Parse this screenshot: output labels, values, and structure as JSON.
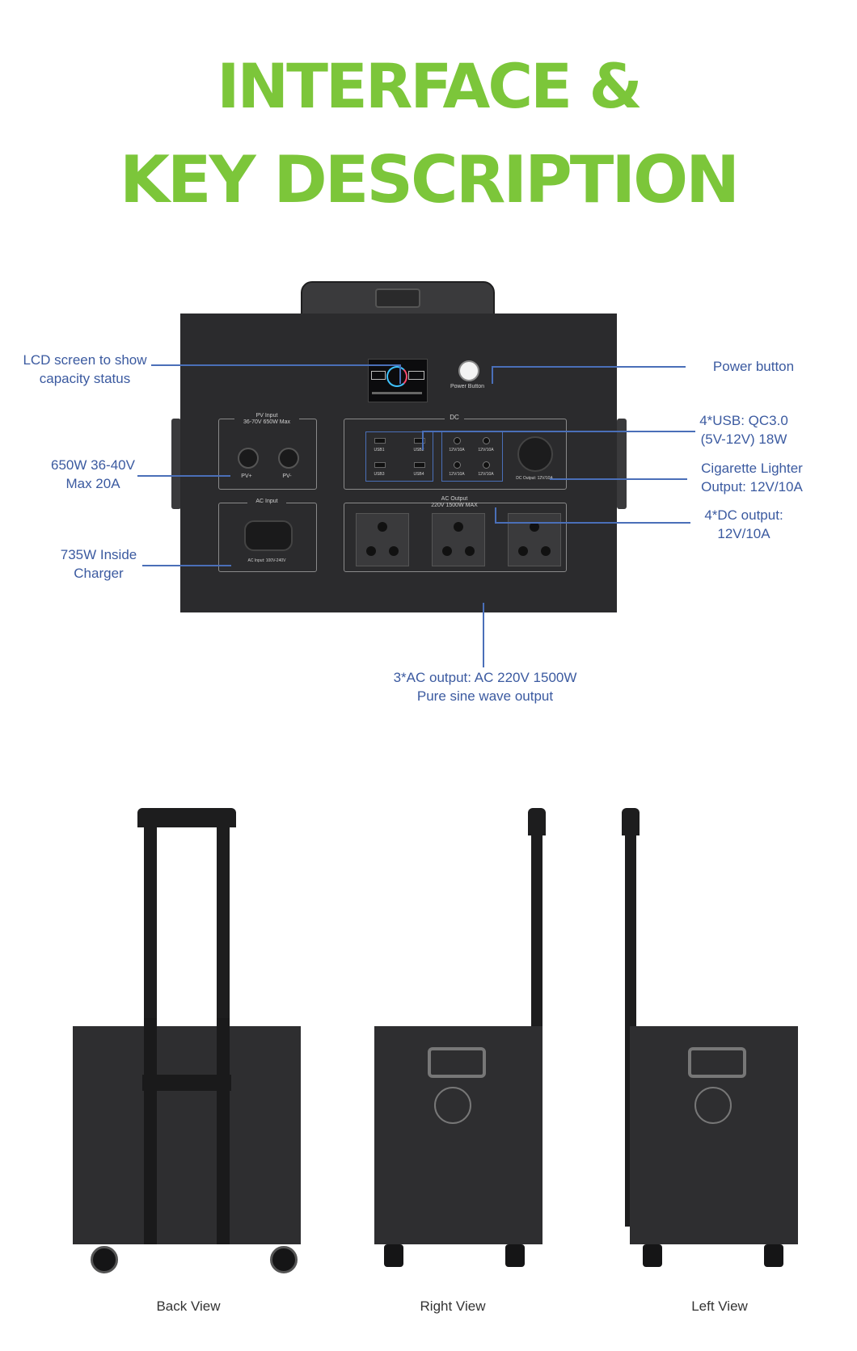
{
  "heading": {
    "line1": "INTERFACE &",
    "line2": "KEY DESCRIPTION"
  },
  "colors": {
    "title": "#7cc63a",
    "callout": "#3b5aa0",
    "device": "#2b2b2d"
  },
  "device": {
    "power_button_label": "Power Button",
    "pv_input_label": "PV Input",
    "pv_input_spec": "36-70V 650W Max",
    "pv_pos": "PV+",
    "pv_neg": "PV-",
    "dc_label": "DC",
    "usb1": "USB1",
    "usb2": "USB2",
    "usb3": "USB3",
    "usb4": "USB4",
    "dc_out_1": "12V/10A",
    "dc_out_2": "12V/10A",
    "dc_out_3": "12V/10A",
    "dc_out_4": "12V/10A",
    "dc_output_label": "DC Output: 12V/10A",
    "ac_input_label": "AC Input",
    "ac_input_spec": "AC Input: 100V-240V",
    "ac_output_label": "AC Output",
    "ac_output_spec": "220V 1500W MAX"
  },
  "callouts": {
    "lcd_1": "LCD screen to show",
    "lcd_2": "capacity status",
    "pv_1": "650W 36-40V",
    "pv_2": "Max 20A",
    "charger_1": "735W  Inside",
    "charger_2": "Charger",
    "power": "Power button",
    "usb_1": "4*USB: QC3.0",
    "usb_2": "(5V-12V) 18W",
    "cig_1": "Cigarette Lighter",
    "cig_2": "Output: 12V/10A",
    "dc_1": "4*DC output:",
    "dc_2": "12V/10A",
    "ac_1": "3*AC output: AC 220V 1500W",
    "ac_2": "Pure sine wave output"
  },
  "views": {
    "back": "Back View",
    "right": "Right View",
    "left": "Left View"
  }
}
